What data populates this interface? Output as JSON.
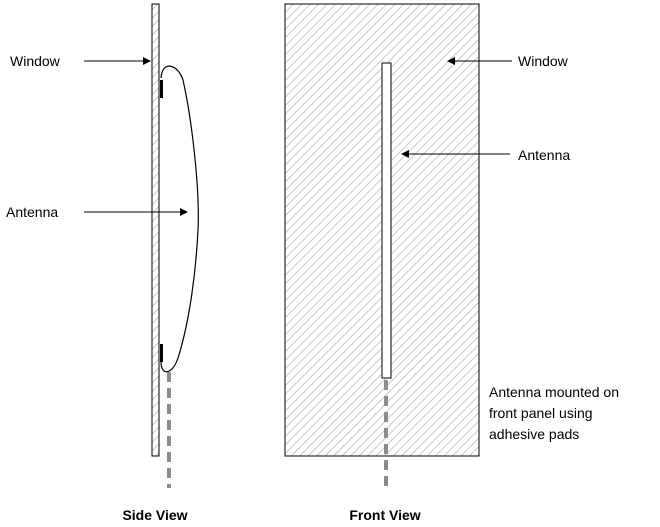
{
  "side_view": {
    "window_label": "Window",
    "antenna_label": "Antenna",
    "caption": "Side View"
  },
  "front_view": {
    "window_label": "Window",
    "antenna_label": "Antenna",
    "caption": "Front View",
    "note_lines": [
      "Antenna mounted on",
      "front panel using",
      "adhesive pads"
    ]
  },
  "colors": {
    "hatch": "#a8a8a8",
    "outline": "#000000",
    "cable": "#8c8c8c"
  }
}
